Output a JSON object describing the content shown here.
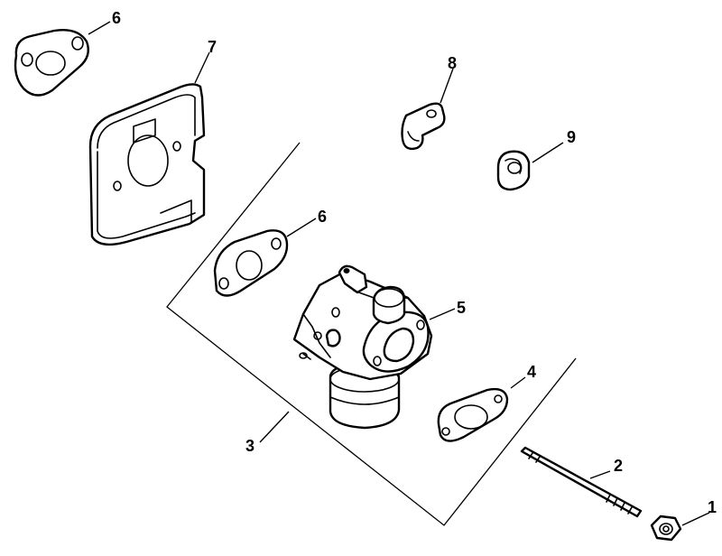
{
  "callouts": {
    "c1": "1",
    "c2": "2",
    "c3": "3",
    "c4": "4",
    "c5": "5",
    "c6a": "6",
    "c6b": "6",
    "c7": "7",
    "c8": "8",
    "c9": "9"
  },
  "colors": {
    "line": "#000000",
    "background": "#ffffff"
  }
}
